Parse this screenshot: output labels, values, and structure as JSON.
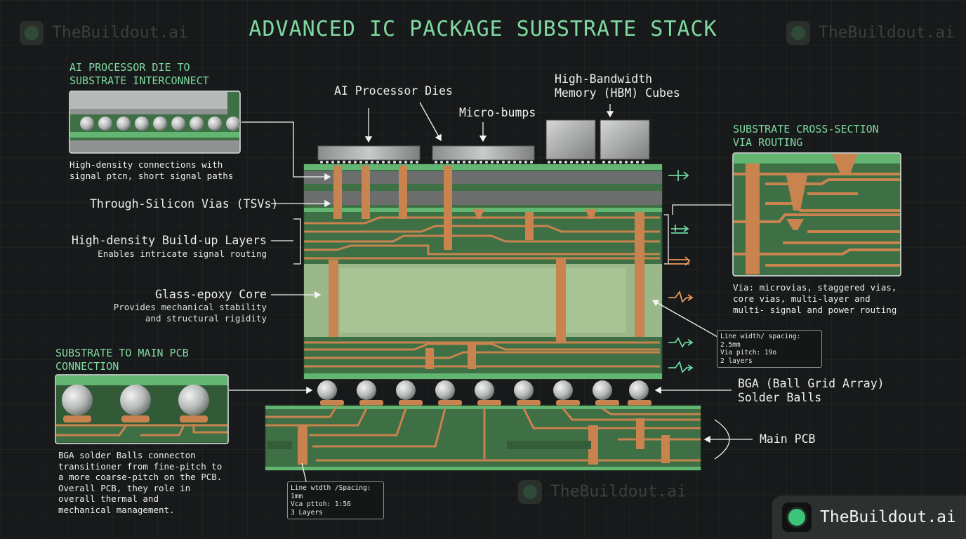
{
  "title": "ADVANCED IC PACKAGE SUBSTRATE STACK",
  "watermark": "TheBuildout.ai",
  "brand": "TheBuildout.ai",
  "sections": {
    "die_interconnect": "AI PROCESSOR DIE TO\nSUBSTRATE INTERCONNECT",
    "die_interconnect_desc": "High-density connections with\nsignal ptcn, short signal paths",
    "cross_section": "SUBSTRATE CROSS-SECTION\nVIA ROUTING",
    "cross_section_desc": "Via: microvias, staggered vias,\ncore vias, multi-layer and\nmulti- signal and power routing",
    "pcb_connection": "SUBSTRATE TO MAIN PCB\nCONNECTION",
    "pcb_connection_desc": "BGA solder Balls connecton\ntransitioner from fine-pitch to\na more coarse-pitch on the PCB.\nOverall PCB, they role in\noverall thermal and\nmechanical management."
  },
  "labels": {
    "ai_dies": "AI Processor Dies",
    "micro_bumps": "Micro-bumps",
    "hbm": "High-Bandwidth\nMemory (HBM) Cubes",
    "tsv": "Through-Silicon Vias (TSVs)",
    "buildup": "High-density Build-up Layers",
    "buildup_sub": "Enables intricate signal routing",
    "core": "Glass-epoxy Core",
    "core_sub": "Provides mechanical stability\nand structural rigidity",
    "bga": "BGA (Ball Grid Array)\nSolder Balls",
    "main_pcb": "Main PCB"
  },
  "info_boxes": {
    "substrate": "Line width/ spacing: 2.5mm\nVia pitch: 19o\n2 layers",
    "pcb": "Line wtdth /Spacing: 1mm\nVca pttoh: 1:56\n3 Layers"
  },
  "colors": {
    "accent": "#7fd9a0",
    "copper": "#c9834f",
    "substrate_green": "#3f6f45",
    "core": "#9bb88a",
    "background": "#17191a"
  },
  "icons": [
    "signal-arrow-icon",
    "split-arrow-icon",
    "double-arrow-icon",
    "lightning-arrow-icon",
    "wave-arrow-icon",
    "lightning-arrow-icon"
  ]
}
